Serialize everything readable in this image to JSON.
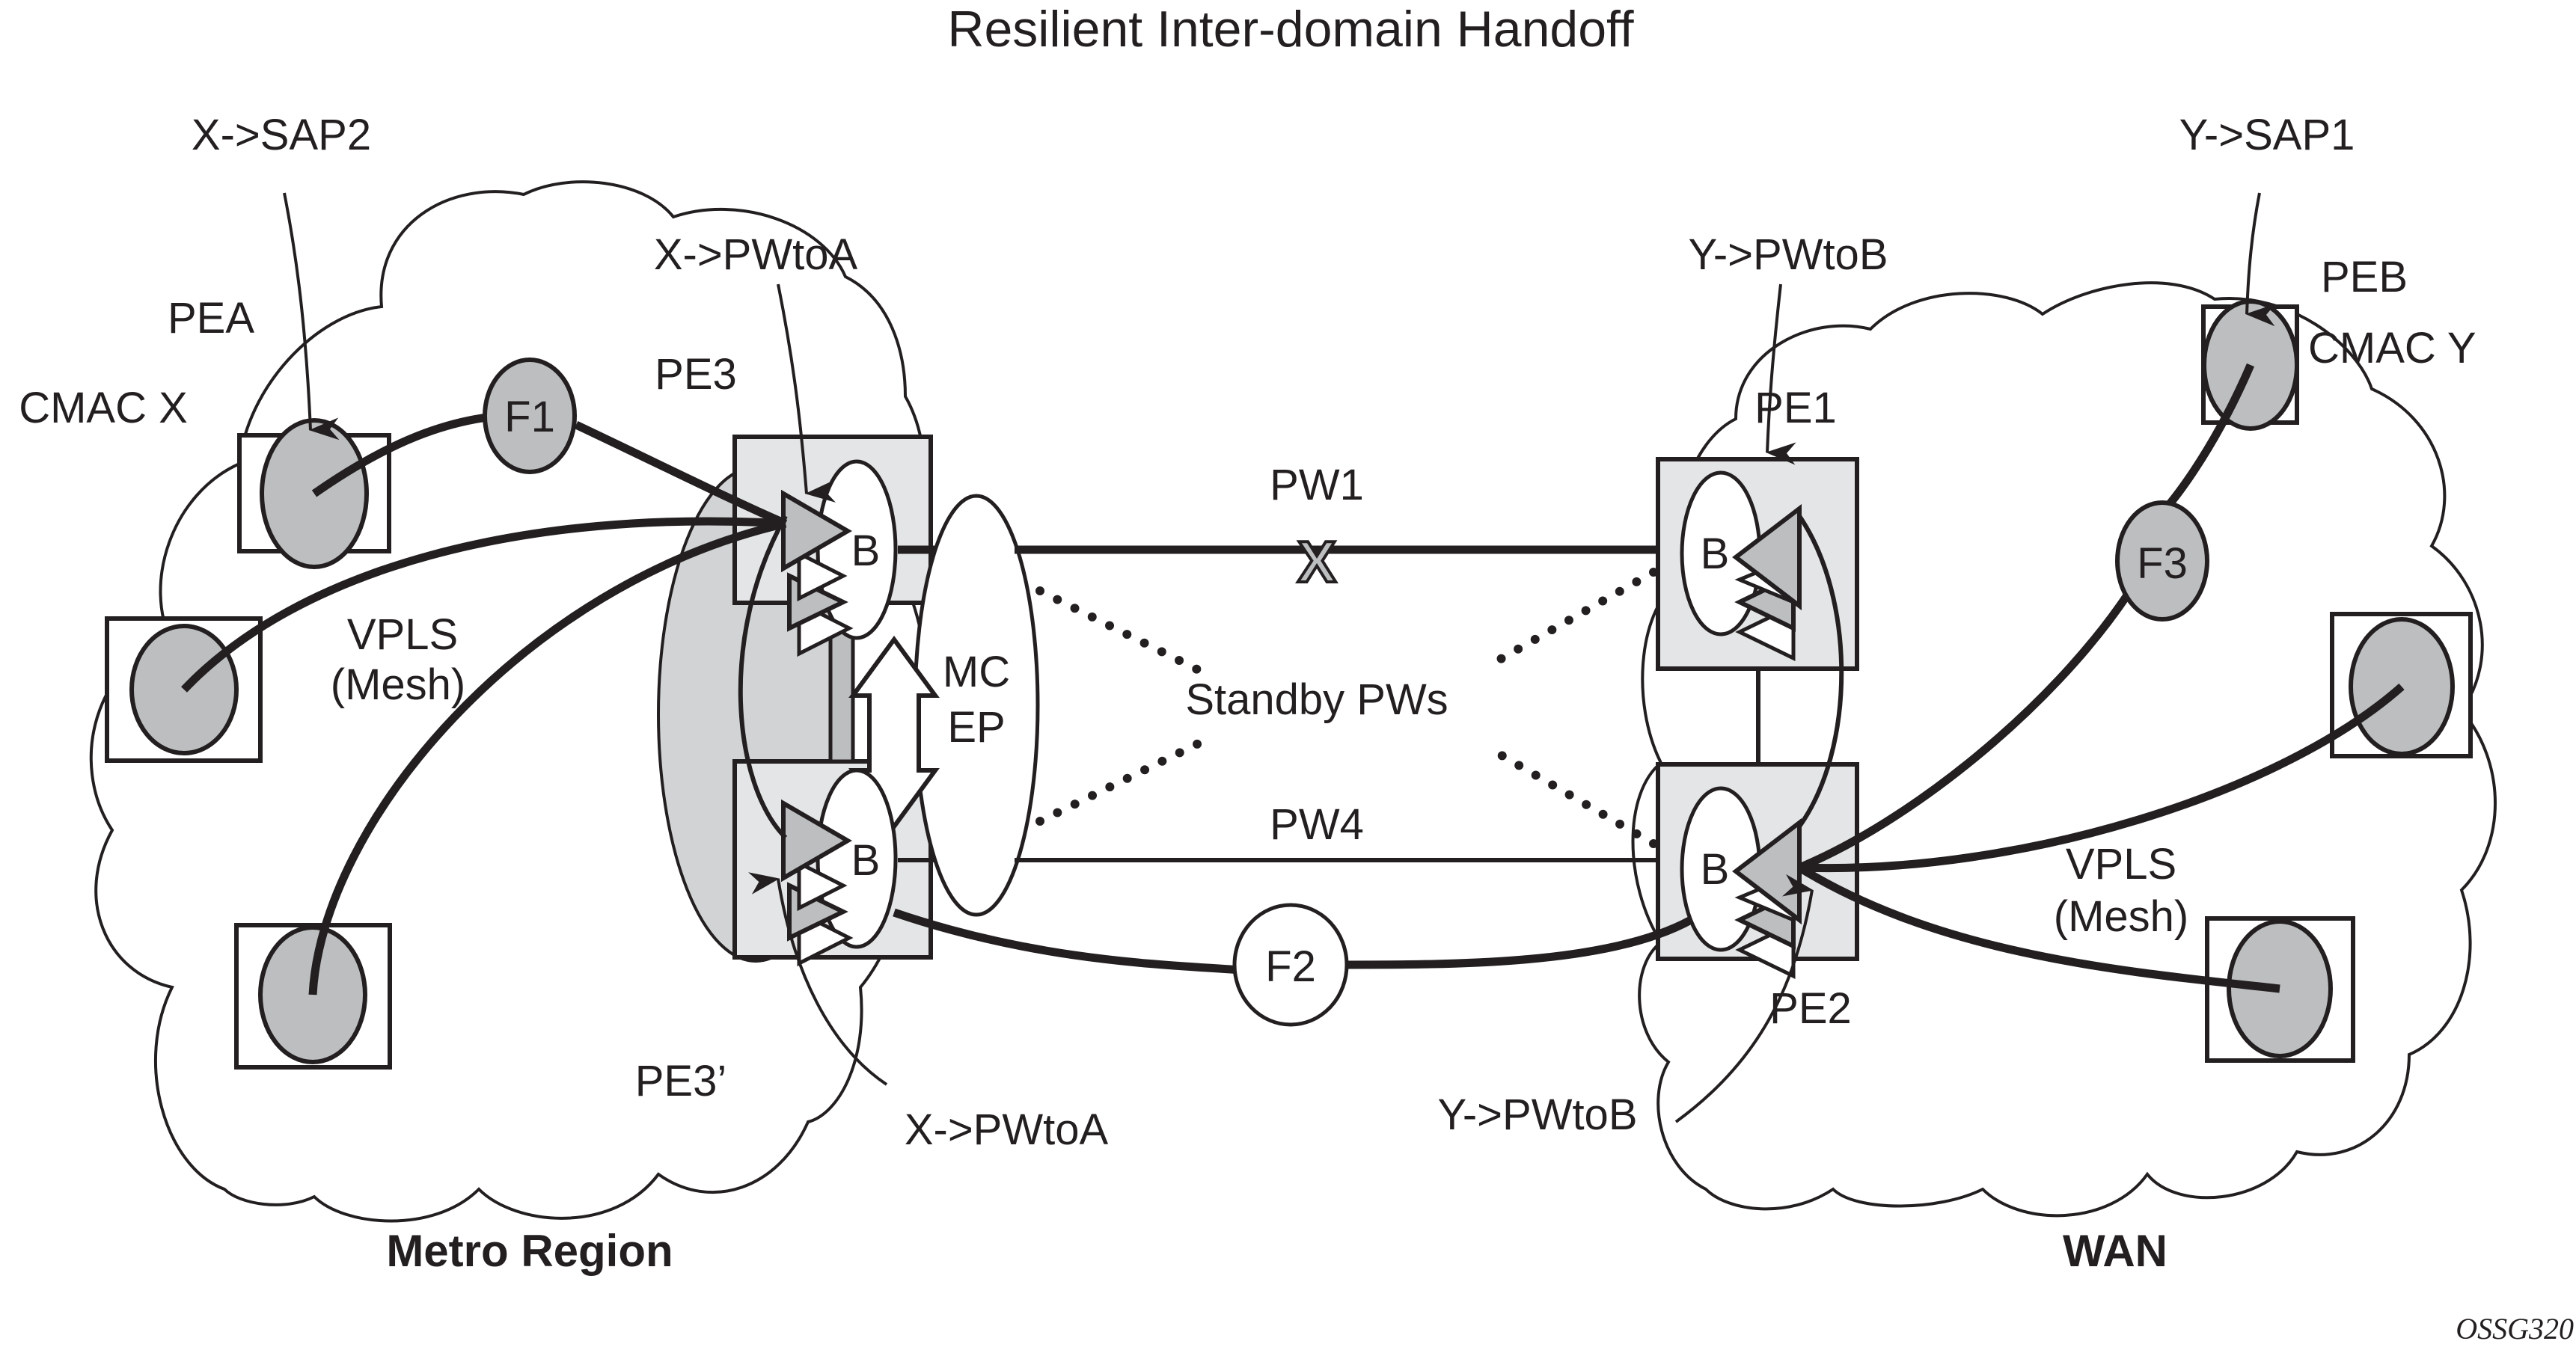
{
  "title": "Resilient Inter-domain Handoff",
  "figure_id": "OSSG320",
  "regions": {
    "left": "Metro Region",
    "right": "WAN"
  },
  "nodes": {
    "pea": "PEA",
    "peb": "PEB",
    "pe1": "PE1",
    "pe2": "PE2",
    "pe3": "PE3",
    "pe3_prime": "PE3’",
    "bridge": "B",
    "cmac_x": "CMAC X",
    "cmac_y": "CMAC Y"
  },
  "flows": {
    "f1": "F1",
    "f2": "F2",
    "f3": "F3"
  },
  "pseudowires": {
    "pw1": "PW1",
    "pw4": "PW4",
    "standby": "Standby PWs",
    "failure_marker": "X"
  },
  "mc_endpoint": {
    "line1": "MC",
    "line2": "EP"
  },
  "vpls": {
    "line1": "VPLS",
    "line2": "(Mesh)"
  },
  "annotations": {
    "x_sap2": "X->SAP2",
    "y_sap1": "Y->SAP1",
    "x_pwtoa_top": "X->PWtoA",
    "x_pwtoa_bottom": "X->PWtoA",
    "y_pwtob_top": "Y->PWtoB",
    "y_pwtob_bottom": "Y->PWtoB"
  },
  "colors": {
    "ink": "#231f20",
    "node_fill": "#bcbec0",
    "pe_box_fill": "#e4e5e6",
    "redundancy_group_fill": "#d1d3d4"
  }
}
